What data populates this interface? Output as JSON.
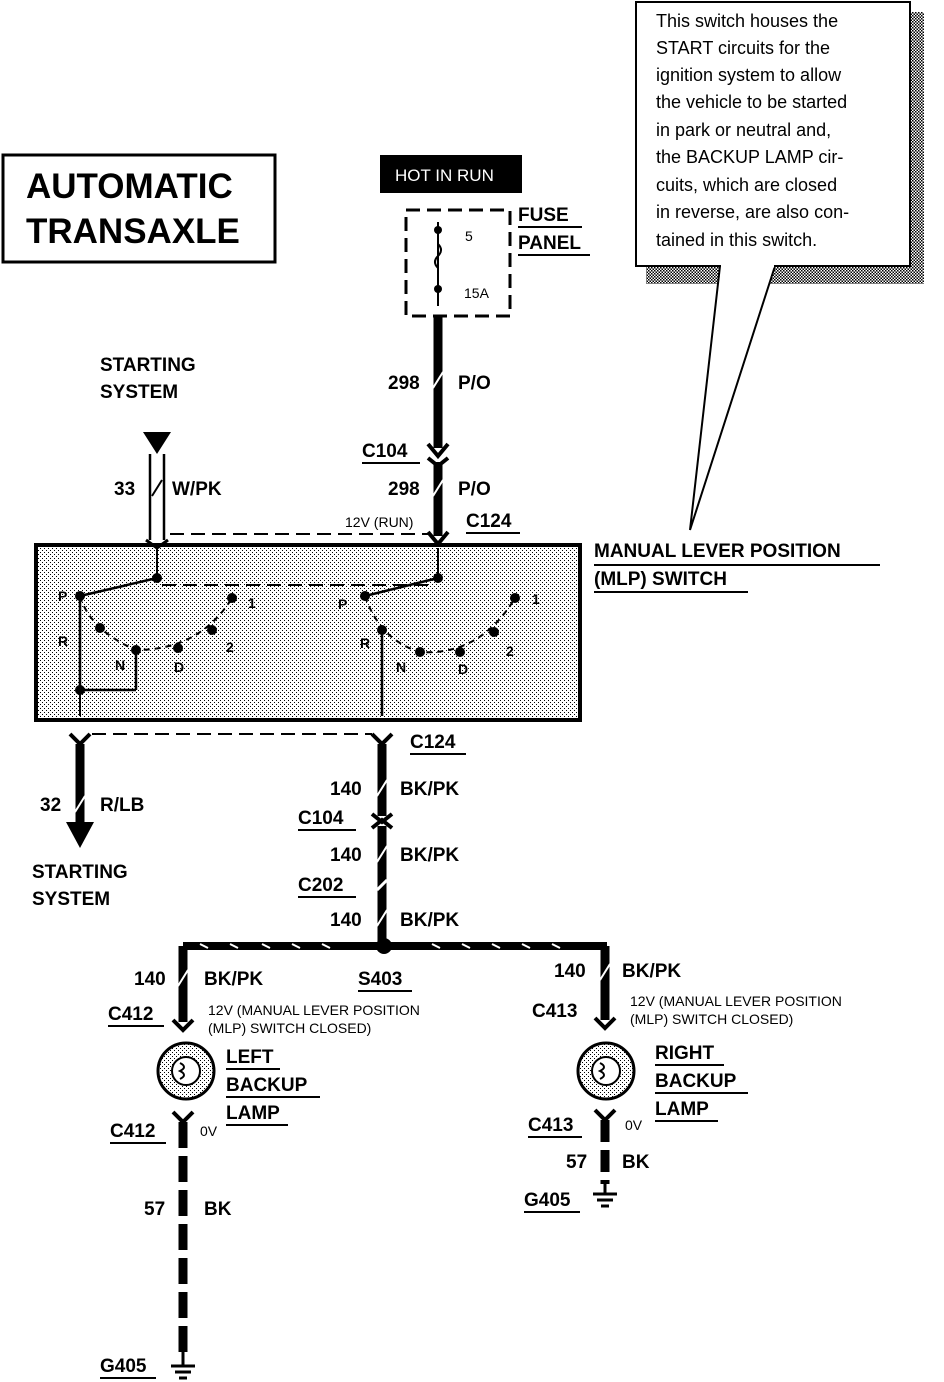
{
  "title": [
    "AUTOMATIC",
    "TRANSAXLE"
  ],
  "power": {
    "hot_label": "HOT IN RUN",
    "fuse_number": "5",
    "fuse_rating": "15A",
    "panel_label": [
      "FUSE",
      "PANEL"
    ]
  },
  "callout": [
    "This switch houses the",
    "START circuits for the",
    "ignition system to allow",
    "the vehicle to be started",
    "in park or neutral and,",
    "the BACKUP LAMP cir-",
    "cuits, which are closed",
    "in reverse, are also con-",
    "tained in this switch."
  ],
  "starting_system_top": [
    "STARTING",
    "SYSTEM"
  ],
  "starting_system_bottom": [
    "STARTING",
    "SYSTEM"
  ],
  "wires": {
    "w33_num": "33",
    "w33_color": "W/PK",
    "w298a_num": "298",
    "w298a_color": "P/O",
    "w298b_num": "298",
    "w298b_color": "P/O",
    "w32_num": "32",
    "w32_color": "R/LB",
    "w140a_num": "140",
    "w140a_color": "BK/PK",
    "w140b_num": "140",
    "w140b_color": "BK/PK",
    "w140c_num": "140",
    "w140c_color": "BK/PK",
    "w140d_num": "140",
    "w140d_color": "BK/PK",
    "w140e_num": "140",
    "w140e_color": "BK/PK",
    "w57a_num": "57",
    "w57a_color": "BK",
    "w57b_num": "57",
    "w57b_color": "BK"
  },
  "connectors": {
    "c104_top": "C104",
    "c124_top": "C124",
    "c124_bottom": "C124",
    "c104_bottom": "C104",
    "c202": "C202",
    "s403": "S403",
    "c412_top": "C412",
    "c413_top": "C413",
    "c412_bottom": "C412",
    "c413_bottom": "C413",
    "g405_left": "G405",
    "g405_right": "G405"
  },
  "voltages": {
    "run": "12V (RUN)",
    "left_closed": [
      "12V (MANUAL LEVER POSITION",
      "(MLP) SWITCH CLOSED)"
    ],
    "right_closed": [
      "12V (MANUAL LEVER POSITION",
      "(MLP) SWITCH CLOSED)"
    ],
    "left_0v": "0V",
    "right_0v": "0V"
  },
  "mlp_switch_label": [
    "MANUAL LEVER POSITION",
    "(MLP) SWITCH"
  ],
  "switch_positions": {
    "left": [
      "P",
      "R",
      "N",
      "D",
      "2",
      "1"
    ],
    "right": [
      "P",
      "R",
      "N",
      "D",
      "2",
      "1"
    ]
  },
  "left_lamp": [
    "LEFT",
    "BACKUP",
    "LAMP"
  ],
  "right_lamp": [
    "RIGHT",
    "BACKUP",
    "LAMP"
  ]
}
